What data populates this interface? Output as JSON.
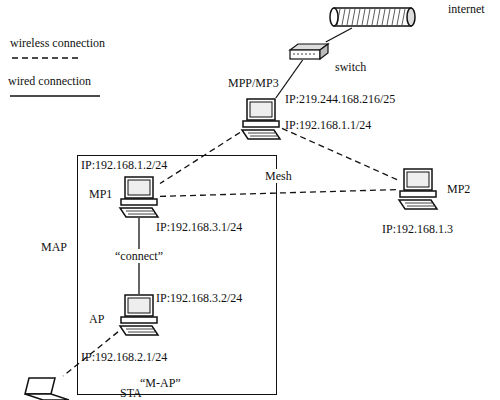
{
  "diagram": {
    "nodes": [
      {
        "text": [
          "internet"
        ]
      },
      {
        "text": [
          "switch"
        ]
      },
      {
        "text": [
          "MPP/MP3",
          "IP:219.244.168.216/25",
          "IP:192.168.1.1/24"
        ]
      },
      {
        "text": [
          "MAP"
        ]
      },
      {
        "text": [
          "IP:192.168.1.2/24",
          "MP1",
          "IP:192.168.3.1/24"
        ],
        "in": 3
      },
      {
        "text": [
          "MP2",
          "IP:192.168.1.3"
        ]
      },
      {
        "text": [
          "IP:192.168.3.2/24",
          "AP",
          "IP:192.168.2.1/24"
        ],
        "in": 3
      },
      {
        "text": [
          "STA"
        ]
      }
    ],
    "edges": [
      {
        "from": 0,
        "to": 1,
        "arrow": "none"
      },
      {
        "from": 1,
        "to": 2,
        "arrow": "none"
      },
      {
        "from": 2,
        "to": 4,
        "arrow": "none"
      },
      {
        "from": 2,
        "to": 5,
        "arrow": "none"
      },
      {
        "from": 4,
        "to": 5,
        "label": "Mesh",
        "arrow": "none"
      },
      {
        "from": 4,
        "to": 6,
        "label": "“connect”",
        "arrow": "none"
      },
      {
        "from": 6,
        "to": 7,
        "arrow": "none"
      }
    ],
    "labels": [
      "“M-AP”"
    ],
    "legend": [
      {
        "text": "wireless connection"
      },
      {
        "text": "wired connection"
      }
    ]
  }
}
